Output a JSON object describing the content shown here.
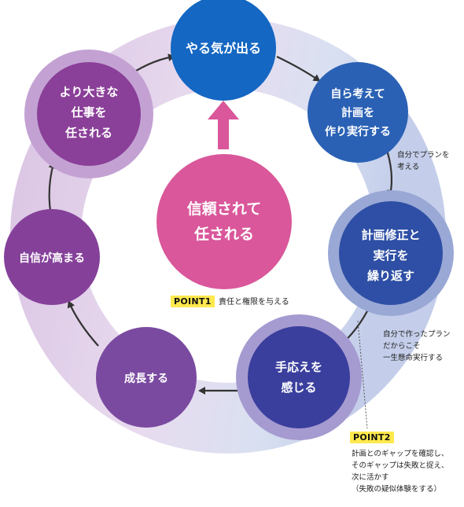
{
  "center": {
    "lines": [
      "信頼されて",
      "任される"
    ]
  },
  "nodes": [
    {
      "id": "n1",
      "lines": [
        "やる気が出る"
      ]
    },
    {
      "id": "n2",
      "lines": [
        "自ら考えて",
        "計画を",
        "作り実行する"
      ]
    },
    {
      "id": "n3",
      "lines": [
        "計画修正と",
        "実行を",
        "繰り返す"
      ]
    },
    {
      "id": "n4",
      "lines": [
        "手応えを",
        "感じる"
      ]
    },
    {
      "id": "n5",
      "lines": [
        "成長する"
      ]
    },
    {
      "id": "n6",
      "lines": [
        "自信が高まる"
      ]
    },
    {
      "id": "n7",
      "lines": [
        "より大きな",
        "仕事を",
        "任される"
      ]
    }
  ],
  "notes": {
    "plan_self": [
      "自分でプランを",
      "考える"
    ],
    "plan_own": [
      "自分で作ったプラン",
      "だからこそ",
      "一生懸命実行する"
    ]
  },
  "point1": {
    "badge": "POINT1",
    "text": "責任と権限を与える"
  },
  "point2": {
    "badge": "POINT2",
    "lines": [
      "計画とのギャップを確認し、",
      "そのギャップは失敗と捉え、",
      "次に活かす",
      "（失敗の疑似体験をする）"
    ]
  },
  "colors": {
    "ring_purple": "#c8a9d6",
    "ring_blue": "#c7d2ea",
    "center_pink": "#d9579a",
    "arrow_dark": "#333333"
  }
}
